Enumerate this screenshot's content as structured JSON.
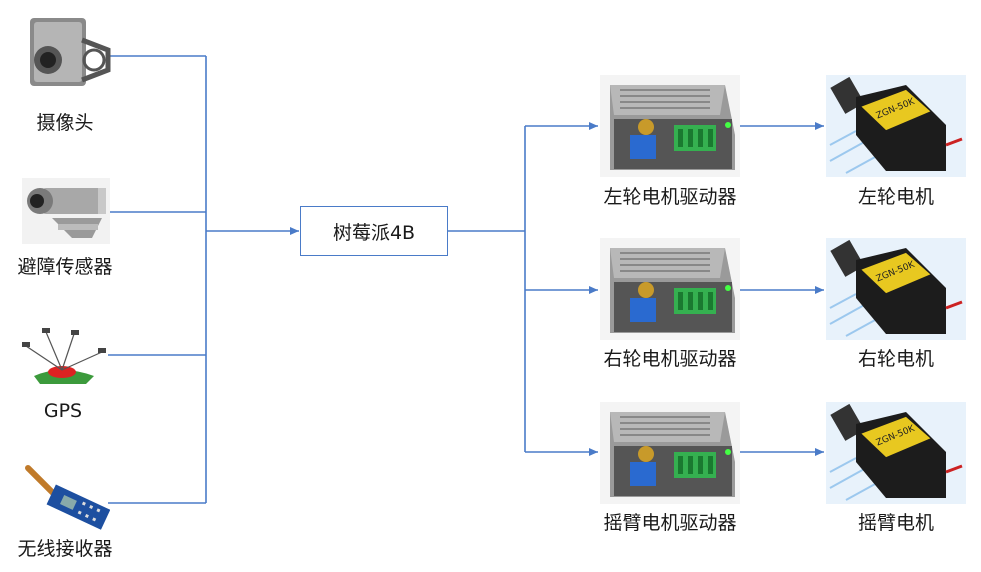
{
  "inputs": {
    "camera": "摄像头",
    "sensor": "避障传感器",
    "gps": "GPS",
    "receiver": "无线接收器"
  },
  "controller": "树莓派4B",
  "drivers": {
    "left": "左轮电机驱动器",
    "right": "右轮电机驱动器",
    "arm": "摇臂电机驱动器"
  },
  "motors": {
    "left": "左轮电机",
    "right": "右轮电机",
    "arm": "摇臂电机",
    "badge": "ZGN-50K"
  },
  "colors": {
    "wire": "#4a7bc8"
  }
}
